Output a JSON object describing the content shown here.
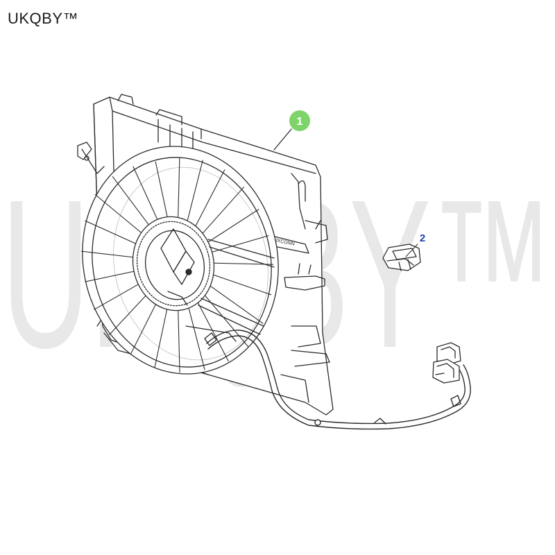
{
  "header": {
    "brand": "UKQBY™"
  },
  "watermark": {
    "text": "UKQBY™"
  },
  "diagram": {
    "callouts": [
      {
        "number": "1",
        "part": "cooling fan assembly",
        "color": "#7ed36a"
      },
      {
        "number": "2",
        "part": "clip",
        "color": "#1f3fb0"
      }
    ],
    "shroud_marking": "JXCONN"
  }
}
